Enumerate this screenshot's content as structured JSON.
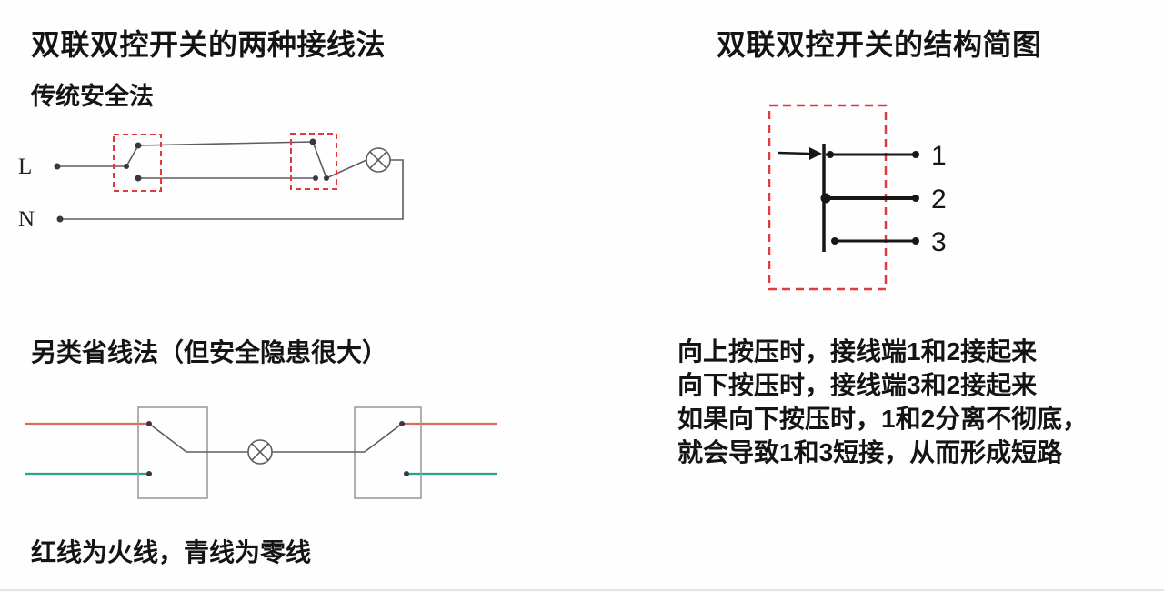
{
  "left": {
    "title": "双联双控开关的两种接线法",
    "method1_label": "传统安全法",
    "method2_label": "另类省线法（但安全隐患很大）",
    "wire_note": "红线为火线，青线为零线",
    "diagram1": {
      "live_label": "L",
      "neutral_label": "N"
    }
  },
  "right": {
    "title": "双联双控开关的结构简图",
    "terminal_labels": [
      "1",
      "2",
      "3"
    ],
    "description_lines": [
      "向上按压时，接线端1和2接起来",
      "向下按压时，接线端3和2接起来",
      "如果向下按压时，1和2分离不彻底，",
      "就会导致1和3短接，从而形成短路"
    ]
  },
  "colors": {
    "text": "#141414",
    "wire": "#5f5a63",
    "live": "#d96a58",
    "neutral": "#2aa08e",
    "dashed_red": "#e23a3a",
    "box_gray": "#9d9d9d",
    "node": "#3a3740",
    "structure": "#171717"
  }
}
